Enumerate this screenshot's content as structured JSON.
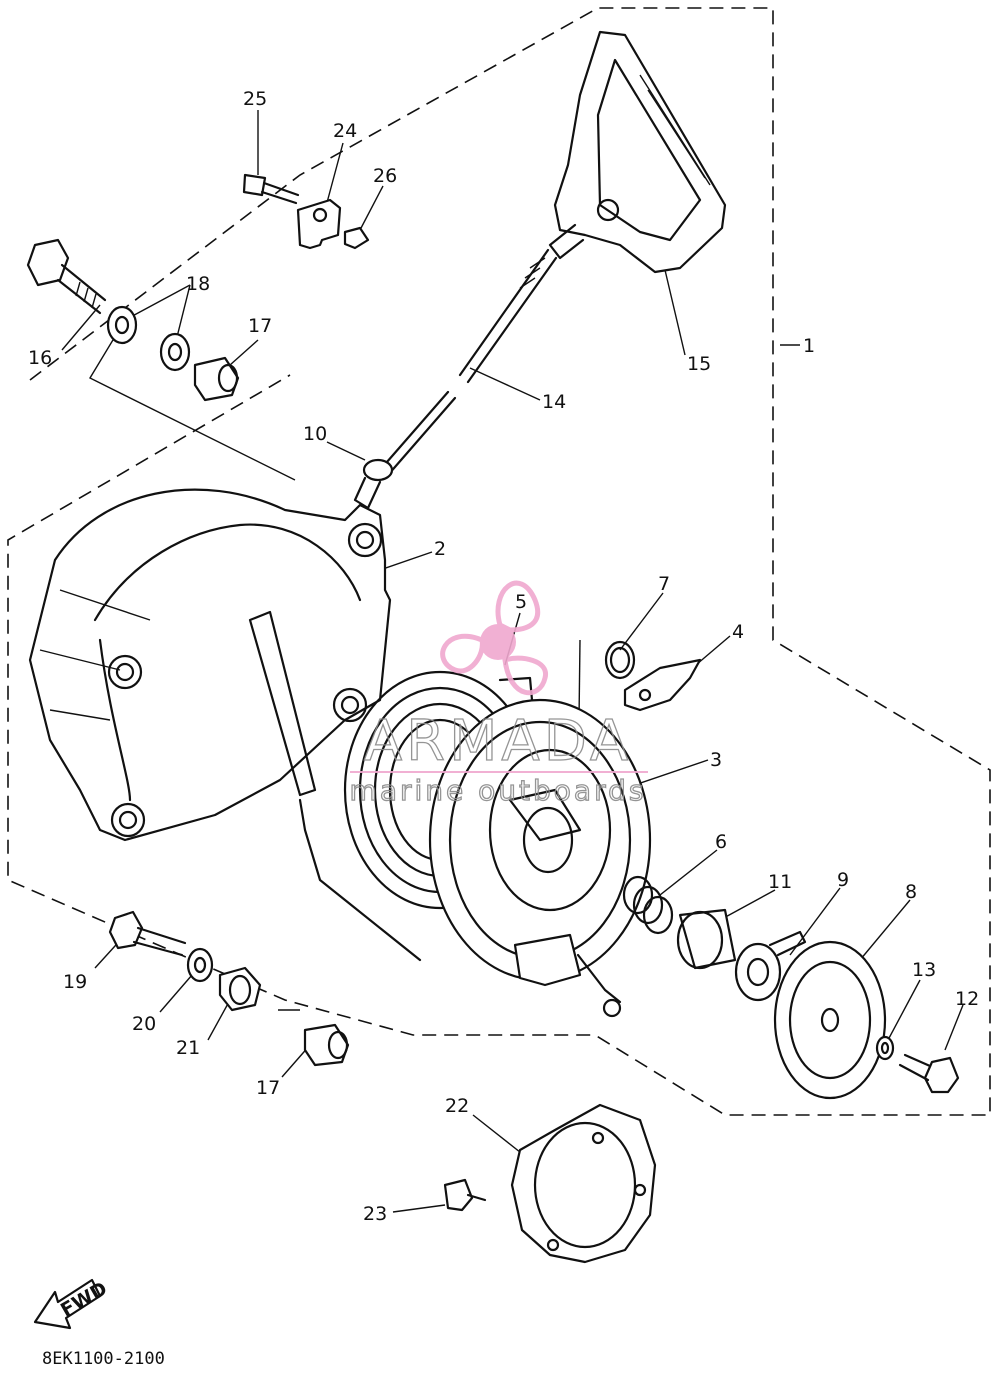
{
  "diagram_code": "8EK1100-2100",
  "fwd_label": "FWD",
  "watermark": {
    "brand": "ARMADA",
    "tagline": "marine outboards"
  },
  "callouts": [
    "1",
    "2",
    "3",
    "4",
    "5",
    "6",
    "7",
    "8",
    "9",
    "10",
    "11",
    "12",
    "13",
    "14",
    "15",
    "16",
    "17",
    "17",
    "18",
    "19",
    "20",
    "21",
    "22",
    "23",
    "24",
    "25",
    "26"
  ]
}
